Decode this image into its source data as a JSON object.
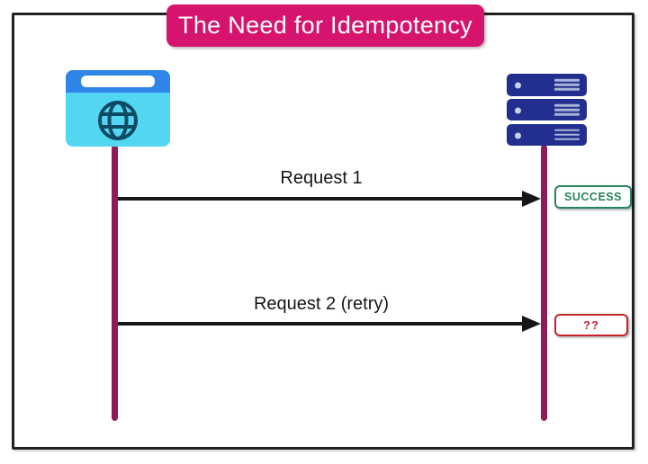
{
  "title": "The Need for Idempotency",
  "colors": {
    "title_bg": "#d6146e",
    "frame_border": "#212121",
    "lifeline": "#8e1b56",
    "arrow": "#161616",
    "browser_body": "#53d6f2",
    "browser_bar": "#2f86e8",
    "browser_globe": "#0d4a63",
    "server_body": "#232f8e",
    "server_accent": "#a9b3d8",
    "success": "#27855c",
    "error": "#c5262c"
  },
  "actors": {
    "client_icon": "browser-globe-icon",
    "server_icon": "server-stack-icon"
  },
  "messages": [
    {
      "label": "Request 1",
      "result": "SUCCESS"
    },
    {
      "label": "Request 2 (retry)",
      "result": "??"
    }
  ]
}
